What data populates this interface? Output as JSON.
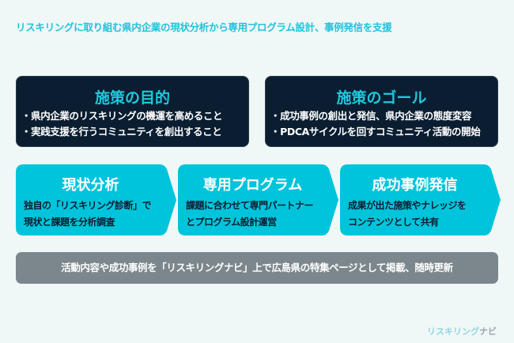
{
  "headline": "リスキリングに取り組む県内企業の現状分析から専用プログラム設計、事例発信を支援",
  "purpose": {
    "title": "施策の目的",
    "bullets": [
      "・県内企業のリスキリングの機運を高めること",
      "・実践支援を行うコミュニティを創出すること"
    ]
  },
  "goal": {
    "title": "施策のゴール",
    "bullets": [
      "・成功事例の創出と発信、県内企業の態度変容",
      "・PDCAサイクルを回すコミュニティ活動の開始"
    ]
  },
  "steps": [
    {
      "title": "現状分析",
      "lines": [
        "独自の「リスキリング診断」で",
        "現状と課題を分析調査"
      ]
    },
    {
      "title": "専用プログラム",
      "lines": [
        "課題に合わせて専門パートナー",
        "とプログラム設計運営"
      ]
    },
    {
      "title": "成功事例発信",
      "lines": [
        "成果が出た施策やナレッジを",
        "コンテンツとして共有"
      ]
    }
  ],
  "bottom_bar": "活動内容や成功事例を「リスキリングナビ」上で広島県の特集ページとして掲載、随時更新",
  "logo": {
    "part1": "リスキリング",
    "part2": "ナビ"
  },
  "colors": {
    "cyan": "#00c4dc",
    "navy": "#0b1e31",
    "gray": "#7b878c",
    "background": "#f0f7f7"
  }
}
